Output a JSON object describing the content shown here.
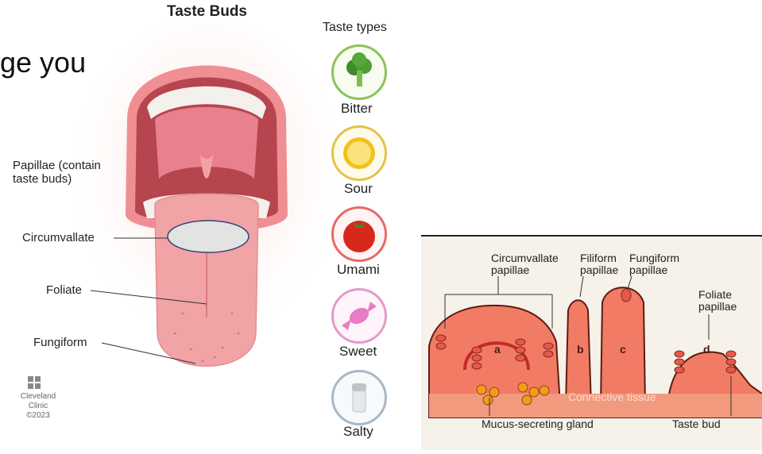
{
  "slide": {
    "fragment": "ge you"
  },
  "diagram_left": {
    "title": "Taste Buds",
    "labels": {
      "papillae": "Papillae (contain\ntaste buds)",
      "circumvallate": "Circumvallate",
      "foliate": "Foliate",
      "fungiform": "Fungiform"
    },
    "taste_types": {
      "heading": "Taste types",
      "items": [
        {
          "label": "Bitter",
          "icon": "broccoli-icon",
          "color": "#3f8a2a"
        },
        {
          "label": "Sour",
          "icon": "lemon-icon",
          "color": "#f2c21b"
        },
        {
          "label": "Umami",
          "icon": "tomato-icon",
          "color": "#d8281c"
        },
        {
          "label": "Sweet",
          "icon": "candy-icon",
          "color": "#e77ec4"
        },
        {
          "label": "Salty",
          "icon": "salt-shaker-icon",
          "color": "#bfc3c8"
        }
      ]
    },
    "credit": {
      "org": "Cleveland\nClinic",
      "year": "©2023"
    }
  },
  "diagram_right": {
    "labels": {
      "circumvallate": "Circumvallate\npapillae",
      "filiform": "Filiform\npapillae",
      "fungiform": "Fungiform\npapillae",
      "foliate": "Foliate\npapillae",
      "connective": "Connective tissue",
      "gland": "Mucus-secreting gland",
      "taste_bud": "Taste bud"
    },
    "letters": {
      "a": "a",
      "b": "b",
      "c": "c",
      "d": "d"
    }
  },
  "colors": {
    "tongue": "#f2a3a6",
    "mouth": "#f5b7b3",
    "tissue": "#f27b66",
    "panel_bg": "#f6f1e9"
  }
}
